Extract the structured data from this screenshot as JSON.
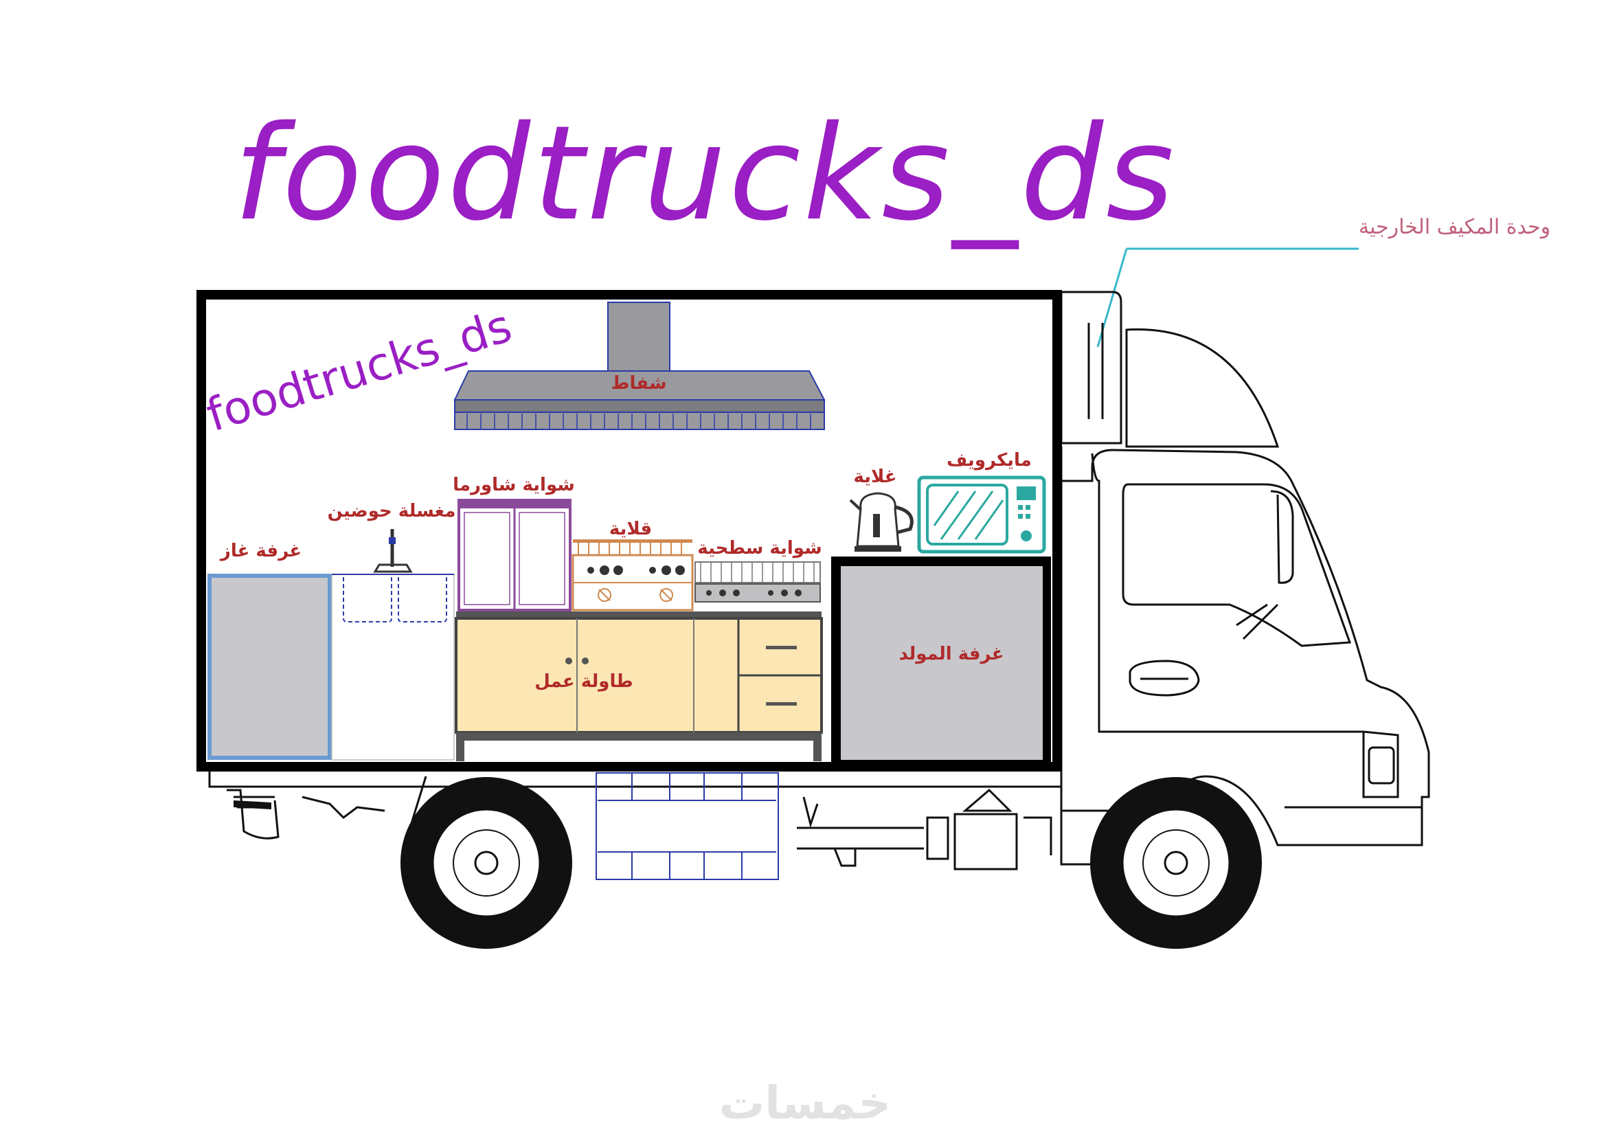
{
  "title": "foodtrucks_ds",
  "inner_watermark": "foodtrucks_ds",
  "labels": {
    "hood": "شفاط",
    "shawarma_grill": "شواية شاورما",
    "sink": "مغسلة حوضين",
    "gas_room": "غرفة غاز",
    "fryer": "قلاية",
    "flat_grill": "شواية سطحية",
    "kettle": "غلاية",
    "microwave": "مايكرويف",
    "generator_room": "غرفة المولد",
    "work_table": "طاولة عمل",
    "ac_unit": "وحدة المكيف الخارجية"
  },
  "site_watermark": "خمسات",
  "colors": {
    "brand": "#9a1fc4",
    "label_red": "#b02a2a",
    "ac_label": "#c0607a",
    "ac_leader": "#36b8cc",
    "box_outline": "#000000",
    "hood_grey": "#9a9a9e",
    "hood_edge": "#2a3aa8",
    "table_cream": "#fbe6b4",
    "generator_grey": "#c8c8cc",
    "gas_grey": "#c8c8cc",
    "gas_edge": "#6a9ad0",
    "microwave_teal": "#2aa8a0",
    "shawarma_edge": "#8a4a9a",
    "fryer_edge": "#d08a50"
  },
  "icons": [
    "faucet-icon",
    "kettle-icon",
    "microwave-icon",
    "truck-cab-icon",
    "wheel-icon"
  ]
}
